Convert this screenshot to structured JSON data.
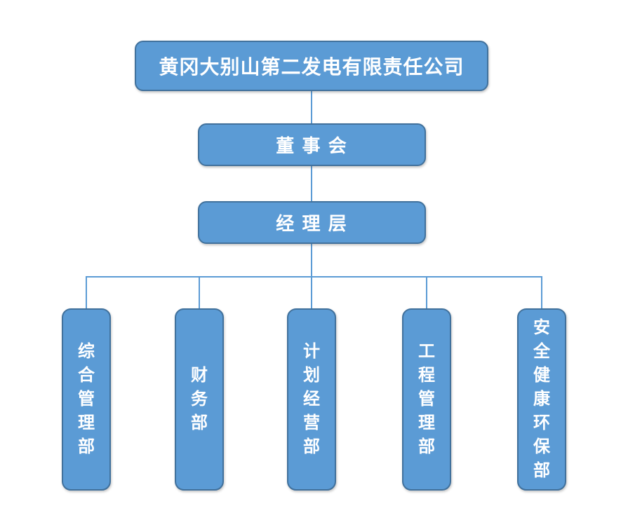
{
  "diagram": {
    "type": "org-chart",
    "root": {
      "label": "黄冈大别山第二发电有限责任公司"
    },
    "board": {
      "label": "董 事 会"
    },
    "management": {
      "label": "经 理 层"
    },
    "departments": [
      {
        "label": "综合管理部"
      },
      {
        "label": "财务部"
      },
      {
        "label": "计划经营部"
      },
      {
        "label": "工程管理部"
      },
      {
        "label": "安全健康环保部"
      }
    ],
    "colors": {
      "node_fill": "#5B9BD5",
      "node_border": "#41719C",
      "connector": "#5B9BD5",
      "text": "#FFFFFF",
      "background": "#FFFFFF"
    }
  }
}
